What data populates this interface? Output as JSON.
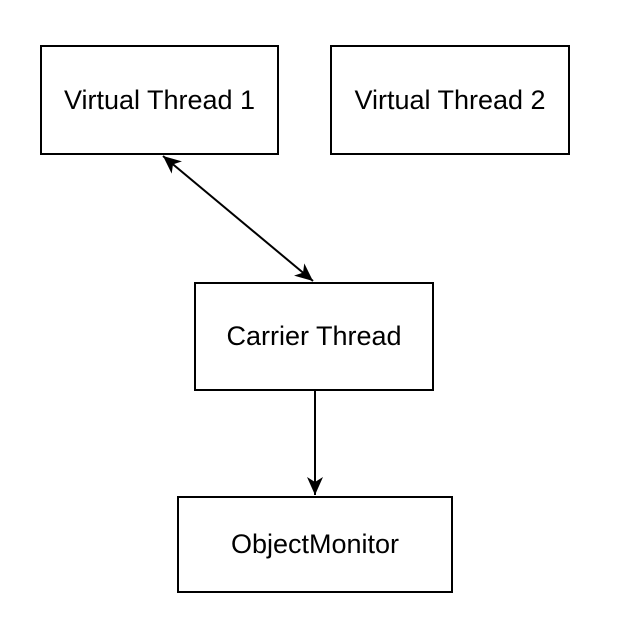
{
  "diagram": {
    "nodes": [
      {
        "id": "vt1",
        "label": "Virtual Thread 1"
      },
      {
        "id": "vt2",
        "label": "Virtual Thread 2"
      },
      {
        "id": "ct",
        "label": "Carrier Thread"
      },
      {
        "id": "om",
        "label": "ObjectMonitor"
      }
    ],
    "edges": [
      {
        "from": "vt1",
        "to": "ct",
        "direction": "both"
      },
      {
        "from": "ct",
        "to": "om",
        "direction": "forward"
      }
    ],
    "colors": {
      "stroke": "#000000",
      "fill": "#ffffff",
      "text": "#000000"
    }
  }
}
